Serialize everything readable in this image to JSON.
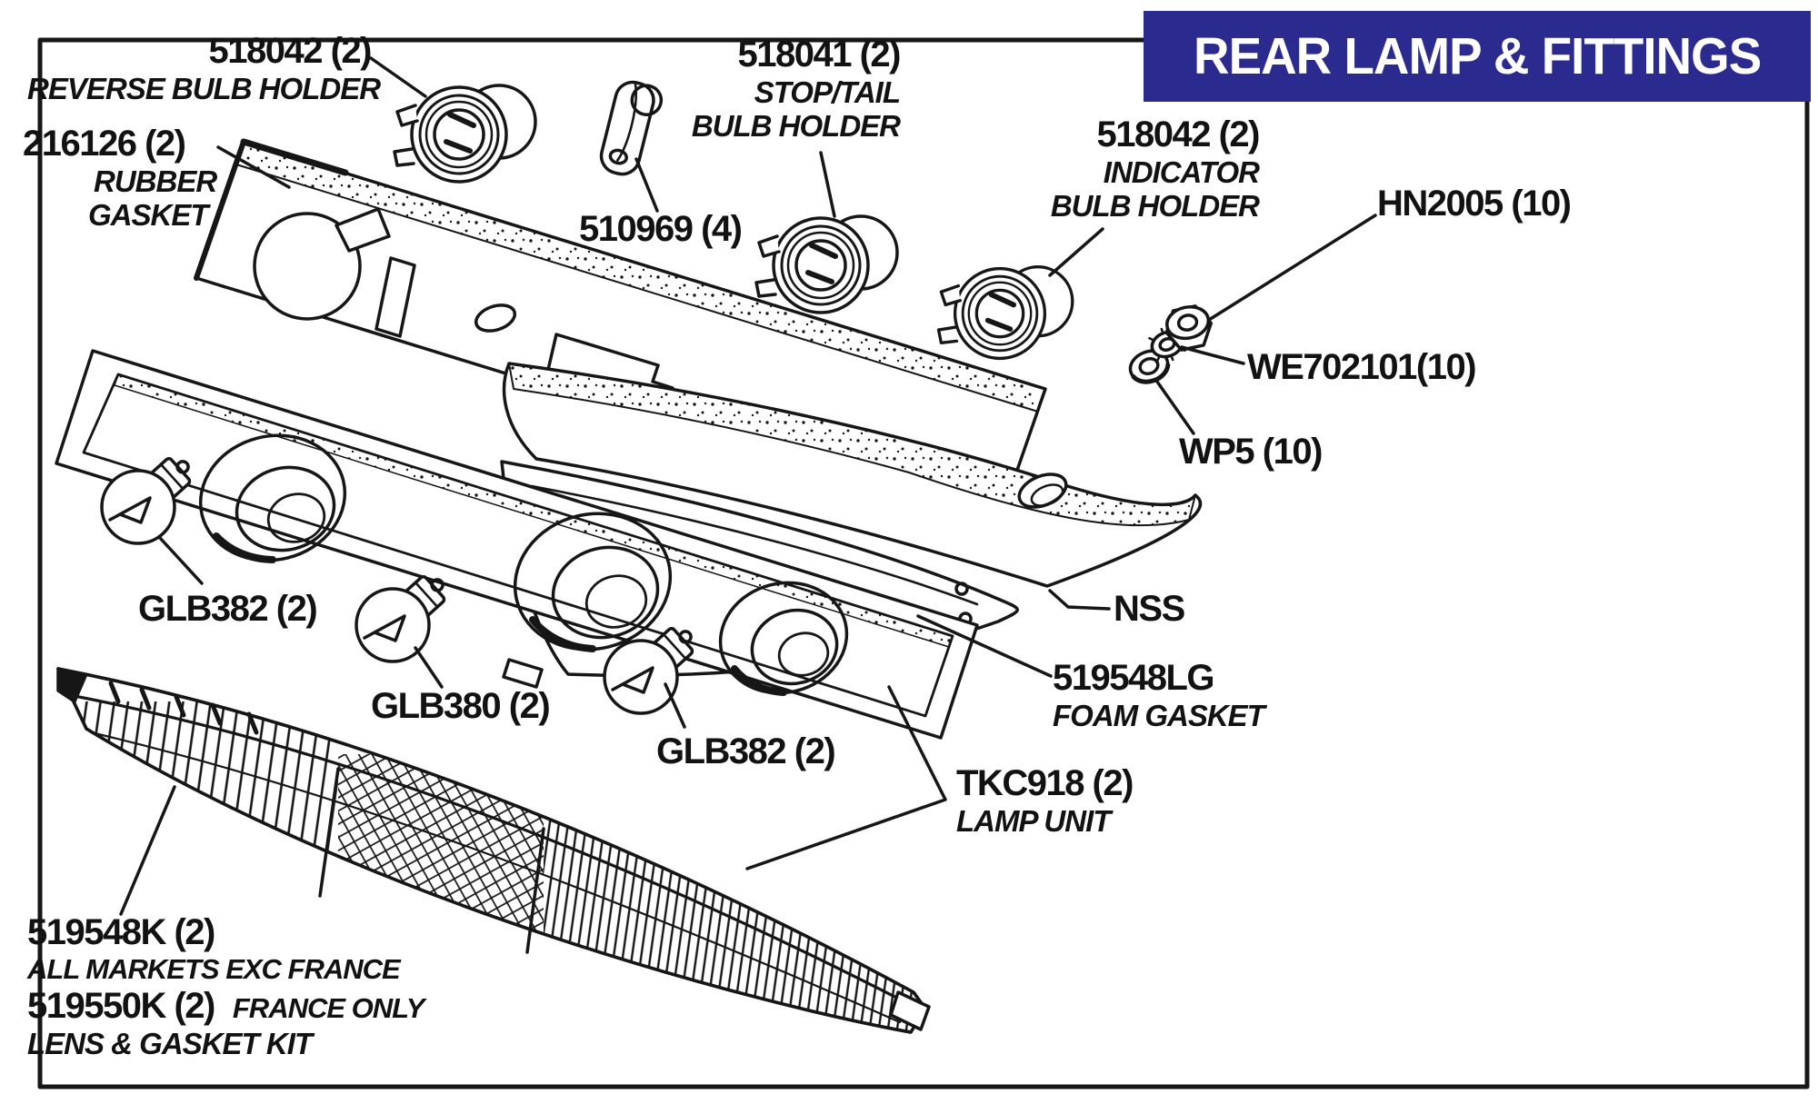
{
  "header": {
    "title": "REAR LAMP & FITTINGS",
    "bg_color": "#2b2a8e",
    "text_color": "#ffffff"
  },
  "labels": {
    "reverse_bulb_holder": {
      "part": "518042 (2)",
      "desc": "REVERSE BULB HOLDER"
    },
    "rubber_gasket": {
      "part": "216126 (2)",
      "desc_line1": "RUBBER",
      "desc_line2": "GASKET"
    },
    "clip": {
      "part": "510969 (4)"
    },
    "stop_tail_bulb_holder": {
      "part": "518041 (2)",
      "desc_line1": "STOP/TAIL",
      "desc_line2": "BULB HOLDER"
    },
    "indicator_bulb_holder": {
      "part": "518042 (2)",
      "desc_line1": "INDICATOR",
      "desc_line2": "BULB HOLDER"
    },
    "nut": {
      "part": "HN2005 (10)"
    },
    "washer_star": {
      "part": "WE702101(10)"
    },
    "washer_plain": {
      "part": "WP5 (10)"
    },
    "bulb_left": {
      "part": "GLB382 (2)"
    },
    "bulb_middle": {
      "part": "GLB380 (2)"
    },
    "bulb_right": {
      "part": "GLB382 (2)"
    },
    "nss": {
      "part": "NSS"
    },
    "foam_gasket": {
      "part": "519548LG",
      "desc": "FOAM GASKET"
    },
    "lamp_unit": {
      "part": "TKC918 (2)",
      "desc": "LAMP UNIT"
    },
    "lens_kit": {
      "part_all_markets": "519548K (2)",
      "desc_all_markets": "ALL MARKETS EXC FRANCE",
      "part_france": "519550K (2)",
      "desc_france": "FRANCE ONLY",
      "desc_kit": "LENS & GASKET KIT"
    }
  }
}
